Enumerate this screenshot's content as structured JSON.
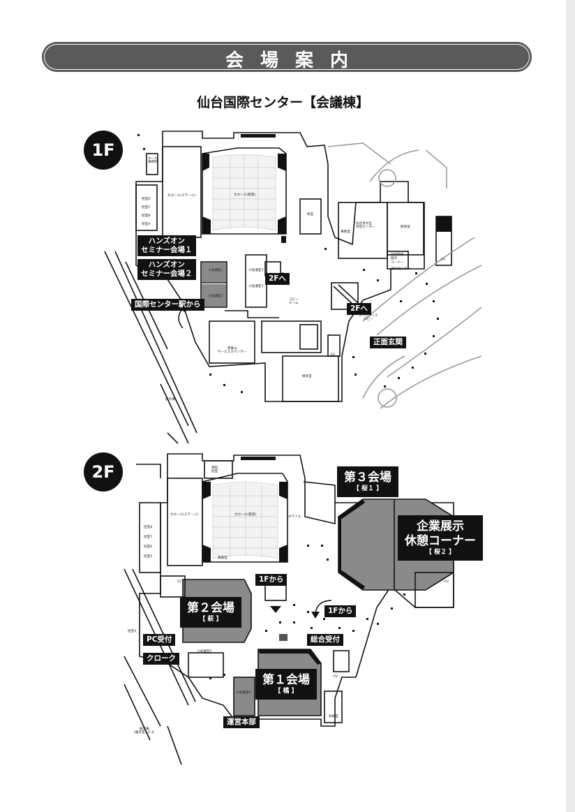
{
  "header": {
    "title": "会場案内"
  },
  "venue": {
    "title": "仙台国際センター【会議棟】"
  },
  "floors": [
    {
      "badge": "1F",
      "labels": {
        "hansuon1": "ハンズオン\nセミナー会場１",
        "hansuon2": "ハンズオン\nセミナー会場２",
        "from_station": "国際センター駅から",
        "to_2f_a": "2Fへ",
        "to_2f_b": "2Fへ",
        "main_entrance": "正面玄関"
      },
      "rooms": {
        "large_hall_stage": "大ホール(ステージ)",
        "large_hall_seats": "大ホール(客席)",
        "conf_d": "控室D",
        "conf_c": "控室C",
        "conf_b": "控室B",
        "conf_a": "控室A",
        "hall_office": "ホール\n事務所",
        "small_meeting_1": "小会議室1",
        "small_meeting_2": "小会議室2",
        "small_meeting_3": "小会議室3",
        "small_meeting_3b": "小会議室3",
        "waiting_room": "和室",
        "office": "事務室",
        "multicultural": "仙台多文化\n共生センター",
        "exhibition": "研修室",
        "info_corner": "技術研修\n展示\nコーナー",
        "disaster_center": "防災センター",
        "copy_room": "コピー\nルーム",
        "entrance_lobby": "エントランス\nロビー",
        "aobayama": "青葉山\nサービスカウンター",
        "kitchen": "厨房室",
        "ev": "EV",
        "ev2": "EV",
        "exhibition_bldg": "展示棟"
      }
    },
    {
      "badge": "2F",
      "labels": {
        "hall3": "第３会場",
        "hall3_sub": "【 桜１ 】",
        "expo": "企業展示\n休憩コーナー",
        "expo_sub": "【 桜２ 】",
        "from_1f_a": "1Fから",
        "from_1f_b": "1Fから",
        "hall2": "第２会場",
        "hall2_sub": "【 萩 】",
        "pc_reception": "PC受付",
        "general_reception": "総合受付",
        "cloak": "クローク",
        "hall1": "第１会場",
        "hall1_sub": "【 橘 】",
        "hq": "運営本部"
      },
      "rooms": {
        "large_hall_stage": "大ホール(ステージ)",
        "large_hall_seats": "大ホール(客席)",
        "conf_8": "控室8",
        "conf_7": "控室7",
        "conf_6": "控室6",
        "conf_5": "控室5",
        "foyer": "ホワイエ",
        "vip": "貴賓室",
        "vip_room": "特別\n控室",
        "small_meeting_5": "小会議室5",
        "small_meeting_4": "小会議室4",
        "ev": "EV",
        "ev2": "EV",
        "ev3": "EV",
        "storage": "収納室",
        "exhibition_bldg": "展示棟\n(展示室1-2-3)",
        "conf_4": "控室4"
      }
    }
  ]
}
